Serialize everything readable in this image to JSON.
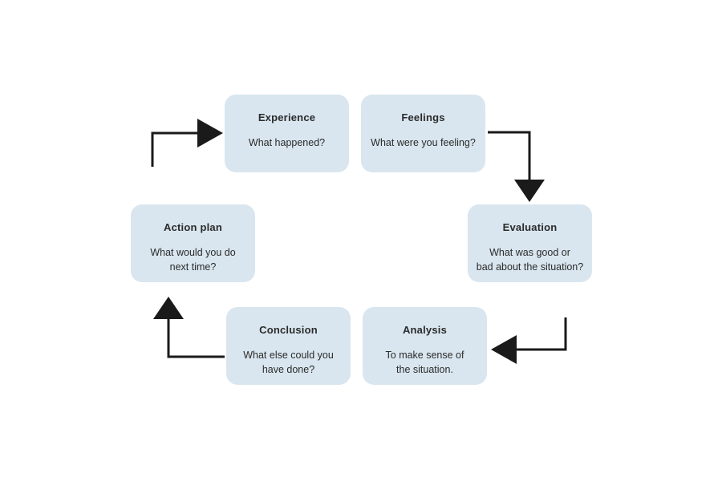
{
  "diagram": {
    "boxes": {
      "experience": {
        "heading": "Experience",
        "body": "What happened?"
      },
      "feelings": {
        "heading": "Feelings",
        "body": "What were you feeling?"
      },
      "evaluation": {
        "heading": "Evaluation",
        "body": "What was good or\nbad about the situation?"
      },
      "analysis": {
        "heading": "Analysis",
        "body": "To make sense of\nthe situation."
      },
      "conclusion": {
        "heading": "Conclusion",
        "body": "What else could you\nhave done?"
      },
      "action_plan": {
        "heading": "Action plan",
        "body": "What would you do\nnext time?"
      }
    },
    "colors": {
      "box_fill": "#d9e6ef",
      "text_color": "#2b2b2b",
      "arrow_color": "#1a1a1a",
      "bg_color": "#ffffff"
    }
  }
}
